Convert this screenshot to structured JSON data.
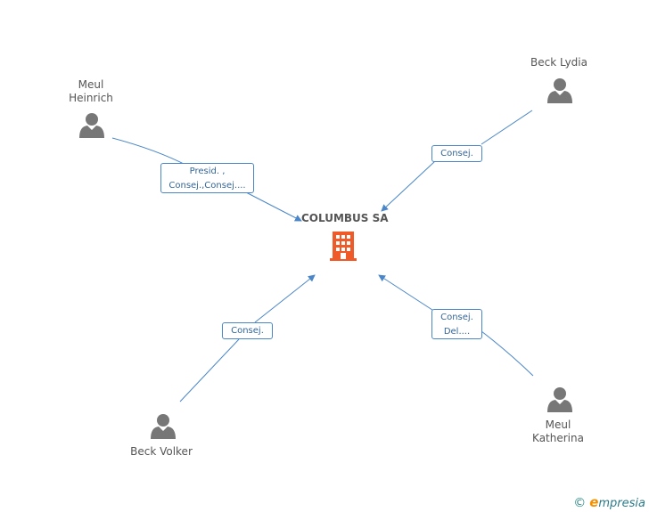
{
  "company": {
    "name": "COLUMBUS SA",
    "icon": "building-icon",
    "color": "#f05a28"
  },
  "people": [
    {
      "id": "meul-heinrich",
      "lines": [
        "Meul",
        "Heinrich"
      ]
    },
    {
      "id": "beck-lydia",
      "lines": [
        "Beck Lydia"
      ]
    },
    {
      "id": "beck-volker",
      "lines": [
        "Beck Volker"
      ]
    },
    {
      "id": "meul-katherina",
      "lines": [
        "Meul",
        "Katherina"
      ]
    }
  ],
  "relations": [
    {
      "from": "meul-heinrich",
      "lines": [
        "Presid. ,",
        "Consej.,Consej...."
      ]
    },
    {
      "from": "beck-lydia",
      "lines": [
        "Consej."
      ]
    },
    {
      "from": "beck-volker",
      "lines": [
        "Consej."
      ]
    },
    {
      "from": "meul-katherina",
      "lines": [
        "Consej.",
        "Del...."
      ]
    }
  ],
  "colors": {
    "edge": "#4a86c8",
    "person": "#777777"
  },
  "brand": {
    "copyright": "©",
    "initial": "e",
    "rest": "mpresia"
  }
}
